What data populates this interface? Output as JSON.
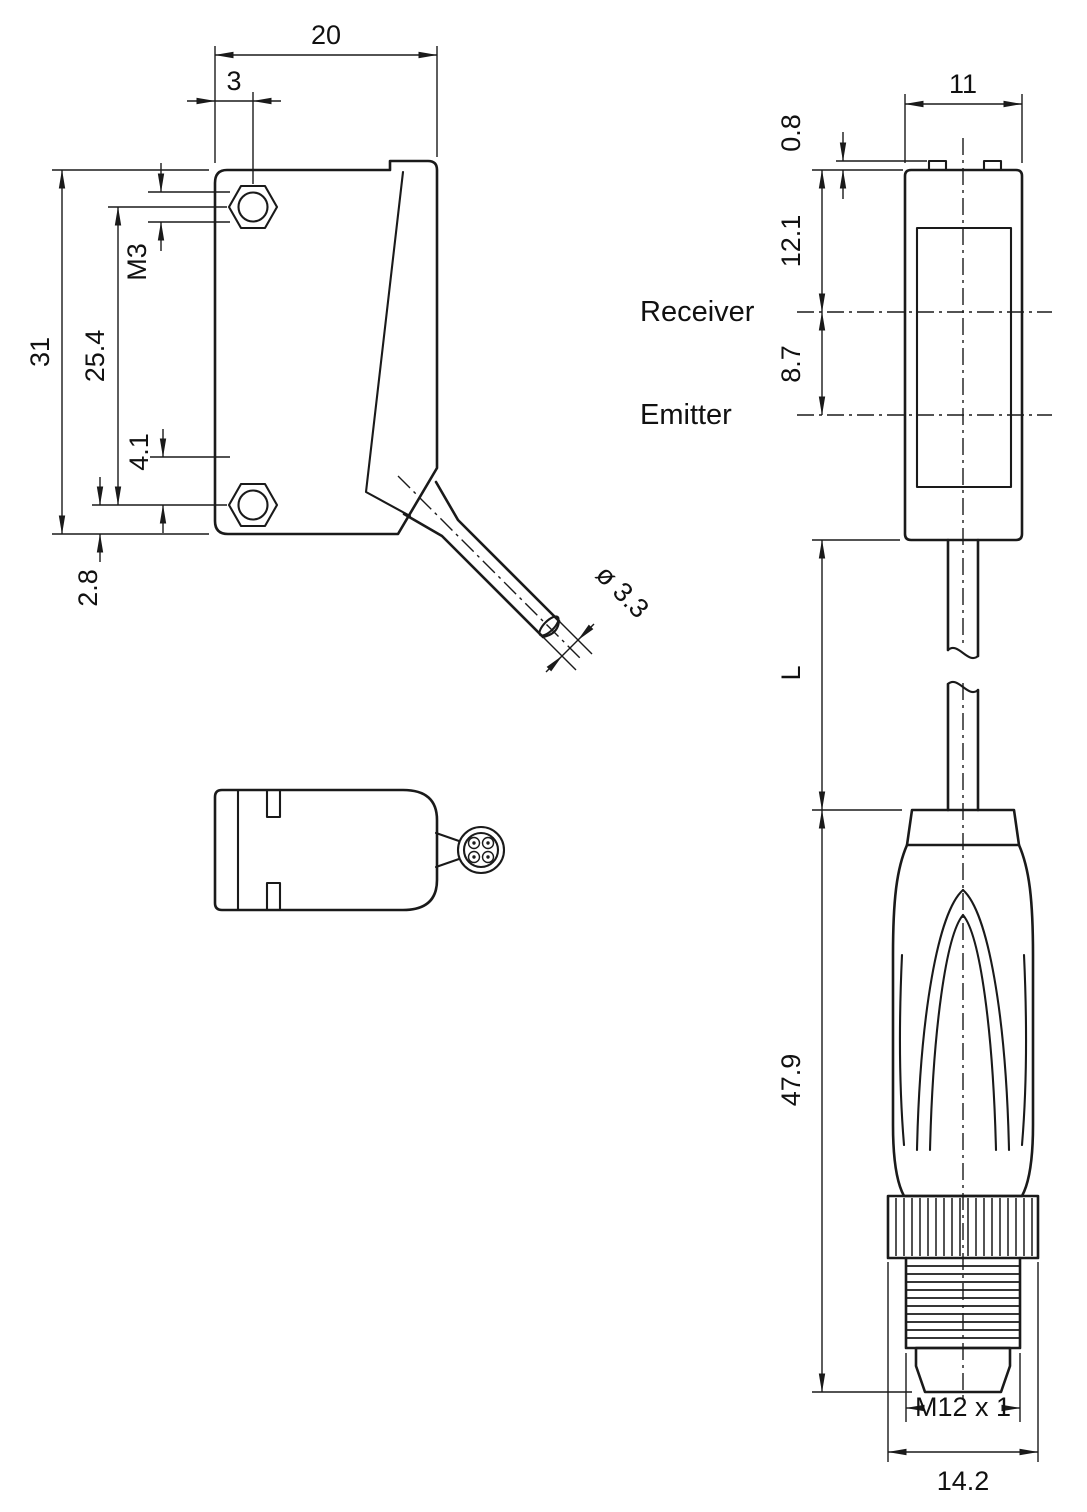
{
  "drawing": {
    "front_view": {
      "width": "20",
      "hole_offset": "3",
      "height": "31",
      "hole_spacing": "25.4",
      "mounting_thread": "M3",
      "emitter_to_hole": "4.1",
      "hole_to_bottom": "2.8",
      "cable_diameter": "ø 3.3"
    },
    "side_view": {
      "width": "11",
      "top_step": "0.8",
      "receiver_offset": "12.1",
      "emitter_offset": "8.7",
      "receiver_label": "Receiver",
      "emitter_label": "Emitter",
      "cable_length": "L",
      "connector_length": "47.9",
      "connector_thread": "M12 x 1",
      "connector_width": "14.2"
    }
  }
}
